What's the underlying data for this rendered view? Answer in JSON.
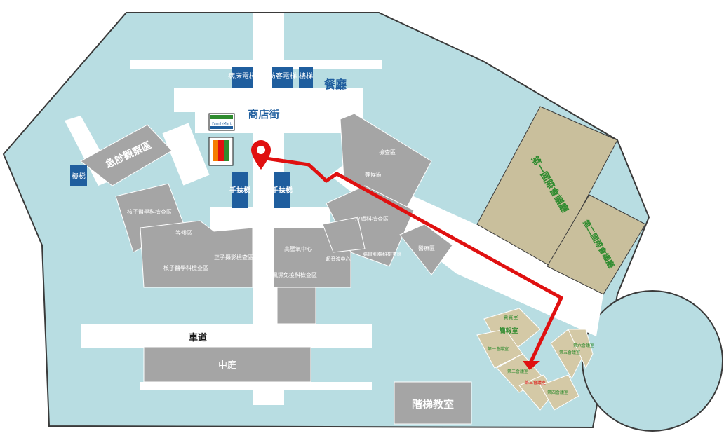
{
  "colors": {
    "water": "#b8dde2",
    "outline": "#3a3a3a",
    "walkway": "#ffffff",
    "clinic": "#a5a5a5",
    "clinic_text": "#ffffff",
    "hall": "#c9bf9c",
    "hall_text": "#2e8b2e",
    "meeting_room": "#d4c9a6",
    "label_blue": "#1f5e9e",
    "route_red": "#e01010",
    "dark_text": "#1a1a1a"
  },
  "labels": {
    "patient_elevator": "病床電梯",
    "visitor_elevator": "訪客電梯",
    "stairs": "樓梯",
    "restaurant": "餐廳",
    "shop_street": "商店街",
    "familymart": "FamilyMart",
    "seven_eleven": "7-ELEVEn",
    "emergency_observation": "急診觀察區",
    "escalator": "手扶梯",
    "nuclear_medicine": "核子醫學科檢查區",
    "waiting_area": "等候區",
    "pet_imaging": "正子攝影檢查區",
    "nuclear_medicine_2": "核子醫學科檢查區",
    "hyperbaric_center": "高壓氧中心",
    "rheumatology": "風濕免疫科檢查區",
    "driveway": "車道",
    "courtyard": "中庭",
    "tiered_classroom": "階梯教室",
    "intl_hall_1": "第一國際會議廳",
    "intl_hall_2": "第二國際會議廳",
    "guest_room": "貴賓室",
    "briefing_room": "簡報室",
    "meeting_room_2": "第二會議室",
    "meeting_room_3": "第三會議室",
    "meeting_room_1": "第一會議室",
    "meeting_room_4": "第四會議室",
    "meeting_room_5": "第五會議室",
    "meeting_room_6": "第六會議室",
    "exam_area": "檢查區",
    "dermatology": "皮膚科檢查區",
    "ultrasound": "超音波中心",
    "endoscopy": "腸胃肝膽科檢查區",
    "misc_area": "醫療區"
  }
}
